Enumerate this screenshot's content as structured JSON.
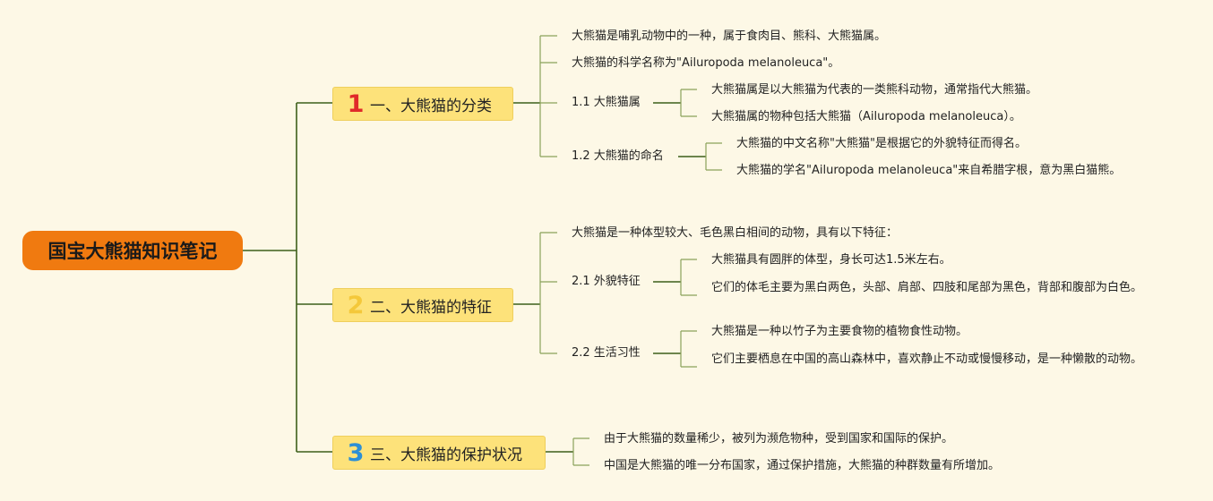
{
  "root": {
    "title": "国宝大熊猫知识笔记"
  },
  "branches": [
    {
      "num": "1",
      "title": "一、大熊猫的分类",
      "leaves": [
        "大熊猫是哺乳动物中的一种，属于食肉目、熊科、大熊猫属。",
        "大熊猫的科学名称为\"Ailuropoda melanoleuca\"。"
      ],
      "subs": [
        {
          "title": "1.1 大熊猫属",
          "leaves": [
            "大熊猫属是以大熊猫为代表的一类熊科动物，通常指代大熊猫。",
            "大熊猫属的物种包括大熊猫（Ailuropoda melanoleuca）。"
          ]
        },
        {
          "title": "1.2 大熊猫的命名",
          "leaves": [
            "大熊猫的中文名称\"大熊猫\"是根据它的外貌特征而得名。",
            "大熊猫的学名\"Ailuropoda melanoleuca\"来自希腊字根，意为黑白猫熊。"
          ]
        }
      ]
    },
    {
      "num": "2",
      "title": "二、大熊猫的特征",
      "leaves": [
        "大熊猫是一种体型较大、毛色黑白相间的动物，具有以下特征："
      ],
      "subs": [
        {
          "title": "2.1 外貌特征",
          "leaves": [
            "大熊猫具有圆胖的体型，身长可达1.5米左右。",
            "它们的体毛主要为黑白两色，头部、肩部、四肢和尾部为黑色，背部和腹部为白色。"
          ]
        },
        {
          "title": "2.2 生活习性",
          "leaves": [
            "大熊猫是一种以竹子为主要食物的植物食性动物。",
            "它们主要栖息在中国的高山森林中，喜欢静止不动或慢慢移动，是一种懒散的动物。"
          ]
        }
      ]
    },
    {
      "num": "3",
      "title": "三、大熊猫的保护状况",
      "leaves": [
        "由于大熊猫的数量稀少，被列为濒危物种，受到国家和国际的保护。",
        "中国是大熊猫的唯一分布国家，通过保护措施，大熊猫的种群数量有所增加。"
      ],
      "subs": []
    }
  ],
  "colors": {
    "background": "#fdf8e6",
    "root": "#f07a10",
    "branch": "#fde27a",
    "line_dark": "#3d5f1a",
    "line_light": "#8aa25a",
    "num1": "#e02a2a",
    "num2": "#f4c83a",
    "num3": "#2c8fd6"
  }
}
